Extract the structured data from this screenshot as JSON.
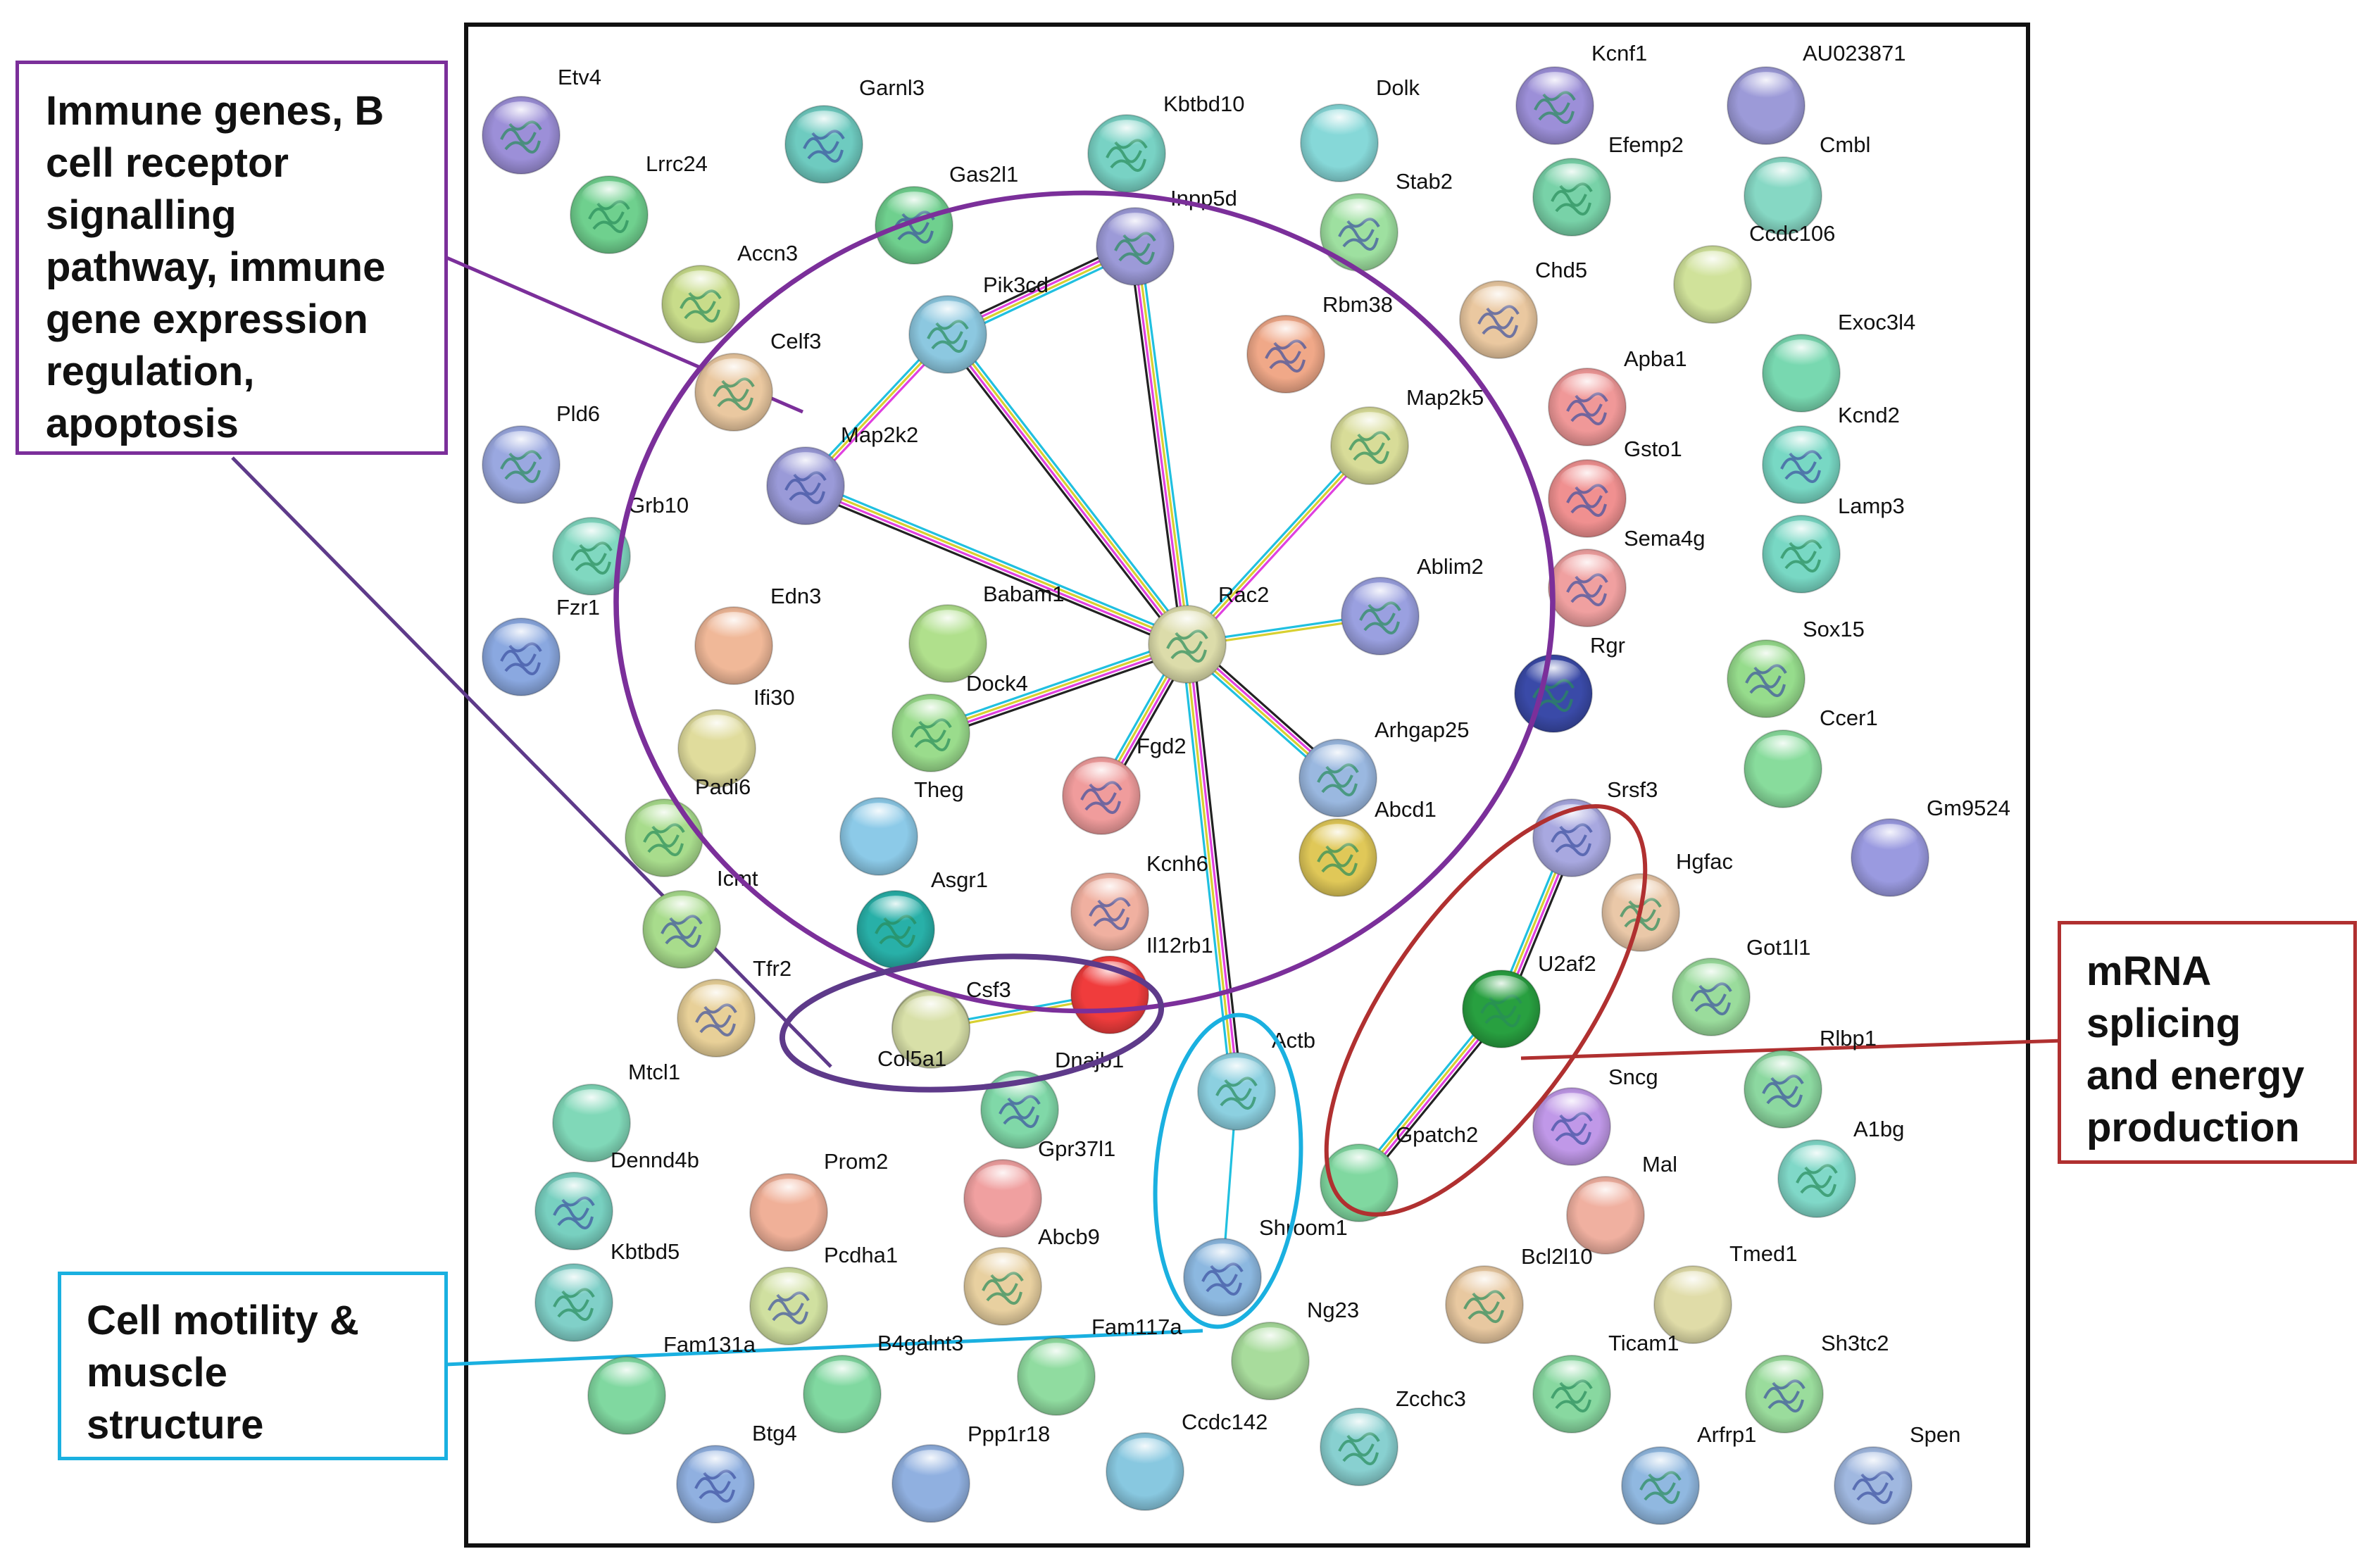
{
  "callouts": {
    "immune": {
      "lines": [
        "Immune genes, B",
        "cell receptor",
        "signalling",
        "pathway, immune",
        "gene expression",
        "regulation,",
        "apoptosis"
      ],
      "color": "#7b2f9a"
    },
    "mrna": {
      "lines": [
        "mRNA",
        "splicing",
        "and energy",
        "production"
      ],
      "color": "#b03030"
    },
    "motility": {
      "lines": [
        "Cell motility &",
        "muscle",
        "structure"
      ],
      "color": "#1ab0e0"
    },
    "csf3": {
      "color": "#5e3a8a"
    }
  },
  "nodes": [
    {
      "id": "Etv4",
      "label": "Etv4",
      "color": "#9c8fd8",
      "struct": true
    },
    {
      "id": "Garnl3",
      "label": "Garnl3",
      "color": "#6ecbc0",
      "struct": true
    },
    {
      "id": "Kbtbd10",
      "label": "Kbtbd10",
      "color": "#78d2c4",
      "struct": true
    },
    {
      "id": "Dolk",
      "label": "Dolk",
      "color": "#86d8d8",
      "struct": false
    },
    {
      "id": "Kcnf1",
      "label": "Kcnf1",
      "color": "#9c8fd8",
      "struct": true
    },
    {
      "id": "AU023871",
      "label": "AU023871",
      "color": "#9c9ad8",
      "struct": false
    },
    {
      "id": "Lrrc24",
      "label": "Lrrc24",
      "color": "#6fd08e",
      "struct": true
    },
    {
      "id": "Gas2l1",
      "label": "Gas2l1",
      "color": "#6fd08e",
      "struct": true
    },
    {
      "id": "Inpp5d",
      "label": "Inpp5d",
      "color": "#9c9ad8",
      "struct": true
    },
    {
      "id": "Stab2",
      "label": "Stab2",
      "color": "#9ee0a0",
      "struct": true
    },
    {
      "id": "Efemp2",
      "label": "Efemp2",
      "color": "#78d2a8",
      "struct": true
    },
    {
      "id": "Cmbl",
      "label": "Cmbl",
      "color": "#86d8c4",
      "struct": false
    },
    {
      "id": "Accn3",
      "label": "Accn3",
      "color": "#c8dc8a",
      "struct": true
    },
    {
      "id": "Ccdc106",
      "label": "Ccdc106",
      "color": "#d0e29a",
      "struct": false
    },
    {
      "id": "Pik3cd",
      "label": "Pik3cd",
      "color": "#8cc8e0",
      "struct": true
    },
    {
      "id": "Chd5",
      "label": "Chd5",
      "color": "#eac8a0",
      "struct": true
    },
    {
      "id": "Celf3",
      "label": "Celf3",
      "color": "#eac8a0",
      "struct": true
    },
    {
      "id": "Rbm38",
      "label": "Rbm38",
      "color": "#f0a888",
      "struct": true
    },
    {
      "id": "Exoc3l4",
      "label": "Exoc3l4",
      "color": "#78d8b0",
      "struct": false
    },
    {
      "id": "Apba1",
      "label": "Apba1",
      "color": "#f09898",
      "struct": true
    },
    {
      "id": "Pld6",
      "label": "Pld6",
      "color": "#9aa8e0",
      "struct": true
    },
    {
      "id": "Map2k2",
      "label": "Map2k2",
      "color": "#9a9ad8",
      "struct": true
    },
    {
      "id": "Map2k5",
      "label": "Map2k5",
      "color": "#d8dc98",
      "struct": true
    },
    {
      "id": "Kcnd2",
      "label": "Kcnd2",
      "color": "#78d8c4",
      "struct": true
    },
    {
      "id": "Grb10",
      "label": "Grb10",
      "color": "#80d8c0",
      "struct": true
    },
    {
      "id": "Gsto1",
      "label": "Gsto1",
      "color": "#f09090",
      "struct": true
    },
    {
      "id": "Lamp3",
      "label": "Lamp3",
      "color": "#78d8c4",
      "struct": true
    },
    {
      "id": "Sema4g",
      "label": "Sema4g",
      "color": "#f0a0a0",
      "struct": true
    },
    {
      "id": "Ablim2",
      "label": "Ablim2",
      "color": "#9aa0e0",
      "struct": true
    },
    {
      "id": "Fzr1",
      "label": "Fzr1",
      "color": "#8aa8e0",
      "struct": true
    },
    {
      "id": "Edn3",
      "label": "Edn3",
      "color": "#f0b898",
      "struct": false
    },
    {
      "id": "Babam1",
      "label": "Babam1",
      "color": "#b0e08c",
      "struct": false
    },
    {
      "id": "Rac2",
      "label": "Rac2",
      "color": "#dcdcaa",
      "struct": true
    },
    {
      "id": "Sox15",
      "label": "Sox15",
      "color": "#96dc8c",
      "struct": true
    },
    {
      "id": "Rgr",
      "label": "Rgr",
      "color": "#3a4aa8",
      "struct": true
    },
    {
      "id": "Ifi30",
      "label": "Ifi30",
      "color": "#e0dc9c",
      "struct": false
    },
    {
      "id": "Dock4",
      "label": "Dock4",
      "color": "#9adc8c",
      "struct": true
    },
    {
      "id": "Ccer1",
      "label": "Ccer1",
      "color": "#88dc9c",
      "struct": false
    },
    {
      "id": "Arhgap25",
      "label": "Arhgap25",
      "color": "#9ab8e0",
      "struct": true
    },
    {
      "id": "Fgd2",
      "label": "Fgd2",
      "color": "#f09c9c",
      "struct": true
    },
    {
      "id": "Padi6",
      "label": "Padi6",
      "color": "#a8dc8c",
      "struct": true
    },
    {
      "id": "Theg",
      "label": "Theg",
      "color": "#8ccae8",
      "struct": false
    },
    {
      "id": "Abcd1",
      "label": "Abcd1",
      "color": "#e0c858",
      "struct": true
    },
    {
      "id": "Srsf3",
      "label": "Srsf3",
      "color": "#a8a8e0",
      "struct": true
    },
    {
      "id": "Gm9524",
      "label": "Gm9524",
      "color": "#9a9ae0",
      "struct": false
    },
    {
      "id": "Icmt",
      "label": "Icmt",
      "color": "#a8dc8c",
      "struct": true
    },
    {
      "id": "Asgr1",
      "label": "Asgr1",
      "color": "#28b0a8",
      "struct": true
    },
    {
      "id": "Kcnh6",
      "label": "Kcnh6",
      "color": "#f0b0a0",
      "struct": true
    },
    {
      "id": "Hgfac",
      "label": "Hgfac",
      "color": "#eac8a8",
      "struct": true
    },
    {
      "id": "Tfr2",
      "label": "Tfr2",
      "color": "#e8d098",
      "struct": true
    },
    {
      "id": "Csf3",
      "label": "Csf3",
      "color": "#d8e0a8",
      "struct": false
    },
    {
      "id": "Il12rb1",
      "label": "Il12rb1",
      "color": "#f03c3c",
      "struct": false
    },
    {
      "id": "U2af2",
      "label": "U2af2",
      "color": "#28a040",
      "struct": true
    },
    {
      "id": "Got1l1",
      "label": "Got1l1",
      "color": "#9adc9c",
      "struct": true
    },
    {
      "id": "Col5a1",
      "label": "Col5a1",
      "color": "#d8e0a8",
      "struct": false
    },
    {
      "id": "Dnajb1",
      "label": "Dnajb1",
      "color": "#80d8a8",
      "struct": true
    },
    {
      "id": "Actb",
      "label": "Actb",
      "color": "#8cd0e0",
      "struct": true
    },
    {
      "id": "Rlbp1",
      "label": "Rlbp1",
      "color": "#8cd8a0",
      "struct": true
    },
    {
      "id": "Mtcl1",
      "label": "Mtcl1",
      "color": "#80d8b8",
      "struct": false
    },
    {
      "id": "Sncg",
      "label": "Sncg",
      "color": "#c098e8",
      "struct": true
    },
    {
      "id": "A1bg",
      "label": "A1bg",
      "color": "#80d8c8",
      "struct": true
    },
    {
      "id": "Denn4b",
      "label": "Dennd4b",
      "color": "#78d0c0",
      "struct": true
    },
    {
      "id": "Prom2",
      "label": "Prom2",
      "color": "#f0b098",
      "struct": false
    },
    {
      "id": "Gpr37l1",
      "label": "Gpr37l1",
      "color": "#f0a0a0",
      "struct": false
    },
    {
      "id": "Gpatch2",
      "label": "Gpatch2",
      "color": "#80d8a0",
      "struct": false
    },
    {
      "id": "Mal",
      "label": "Mal",
      "color": "#f0b0a0",
      "struct": false
    },
    {
      "id": "Abcb9",
      "label": "Abcb9",
      "color": "#e8d0a0",
      "struct": true
    },
    {
      "id": "Shroom1",
      "label": "Shroom1",
      "color": "#8cb8e0",
      "struct": true
    },
    {
      "id": "Kbtbd5",
      "label": "Kbtbd5",
      "color": "#80d0c8",
      "struct": true
    },
    {
      "id": "Pcdha1",
      "label": "Pcdha1",
      "color": "#d0e0a0",
      "struct": true
    },
    {
      "id": "Bcl2l10",
      "label": "Bcl2l10",
      "color": "#e8c8a0",
      "struct": true
    },
    {
      "id": "Tmed1",
      "label": "Tmed1",
      "color": "#e0dca8",
      "struct": false
    },
    {
      "id": "Ng23",
      "label": "Ng23",
      "color": "#a8dc9c",
      "struct": false
    },
    {
      "id": "Fam131a",
      "label": "Fam131a",
      "color": "#80d8a0",
      "struct": false
    },
    {
      "id": "B4galnt3",
      "label": "B4galnt3",
      "color": "#80d8a0",
      "struct": false
    },
    {
      "id": "Fam117a",
      "label": "Fam117a",
      "color": "#90dca0",
      "struct": false
    },
    {
      "id": "Ticam1",
      "label": "Ticam1",
      "color": "#88d8a0",
      "struct": true
    },
    {
      "id": "Sh3tc2",
      "label": "Sh3tc2",
      "color": "#9adc9c",
      "struct": true
    },
    {
      "id": "Zcchc3",
      "label": "Zcchc3",
      "color": "#88d0d0",
      "struct": true
    },
    {
      "id": "Btg4",
      "label": "Btg4",
      "color": "#90b0e0",
      "struct": true
    },
    {
      "id": "Ppp1r18",
      "label": "Ppp1r18",
      "color": "#90b0e0",
      "struct": false
    },
    {
      "id": "Ccdc142",
      "label": "Ccdc142",
      "color": "#88c8e0",
      "struct": false
    },
    {
      "id": "Arfrp1",
      "label": "Arfrp1",
      "color": "#90b8e0",
      "struct": true
    },
    {
      "id": "Spen",
      "label": "Spen",
      "color": "#a0b8e0",
      "struct": true
    }
  ],
  "edges": [
    {
      "a": "Rac2",
      "b": "Pik3cd",
      "types": [
        "black",
        "magenta",
        "yellow",
        "cyan"
      ]
    },
    {
      "a": "Rac2",
      "b": "Inpp5d",
      "types": [
        "black",
        "magenta",
        "yellow",
        "cyan"
      ]
    },
    {
      "a": "Rac2",
      "b": "Map2k2",
      "types": [
        "black",
        "magenta",
        "yellow",
        "cyan"
      ]
    },
    {
      "a": "Rac2",
      "b": "Map2k5",
      "types": [
        "cyan",
        "yellow",
        "magenta"
      ]
    },
    {
      "a": "Rac2",
      "b": "Ablim2",
      "types": [
        "cyan",
        "yellow"
      ]
    },
    {
      "a": "Rac2",
      "b": "Dock4",
      "types": [
        "black",
        "magenta",
        "yellow",
        "cyan"
      ]
    },
    {
      "a": "Rac2",
      "b": "Fgd2",
      "types": [
        "black",
        "magenta",
        "yellow",
        "cyan"
      ]
    },
    {
      "a": "Rac2",
      "b": "Arhgap25",
      "types": [
        "black",
        "magenta",
        "yellow",
        "cyan"
      ]
    },
    {
      "a": "Rac2",
      "b": "Actb",
      "types": [
        "black",
        "magenta",
        "yellow",
        "cyan"
      ]
    },
    {
      "a": "Pik3cd",
      "b": "Inpp5d",
      "types": [
        "black",
        "magenta",
        "yellow",
        "cyan"
      ]
    },
    {
      "a": "Pik3cd",
      "b": "Map2k2",
      "types": [
        "magenta",
        "yellow",
        "cyan"
      ]
    },
    {
      "a": "Srsf3",
      "b": "U2af2",
      "types": [
        "black",
        "magenta",
        "yellow",
        "cyan"
      ]
    },
    {
      "a": "U2af2",
      "b": "Gpatch2",
      "types": [
        "black",
        "magenta",
        "yellow",
        "cyan"
      ]
    },
    {
      "a": "Csf3",
      "b": "Il12rb1",
      "types": [
        "cyan",
        "yellow"
      ]
    },
    {
      "a": "Actb",
      "b": "Shroom1",
      "types": [
        "cyan"
      ]
    }
  ]
}
